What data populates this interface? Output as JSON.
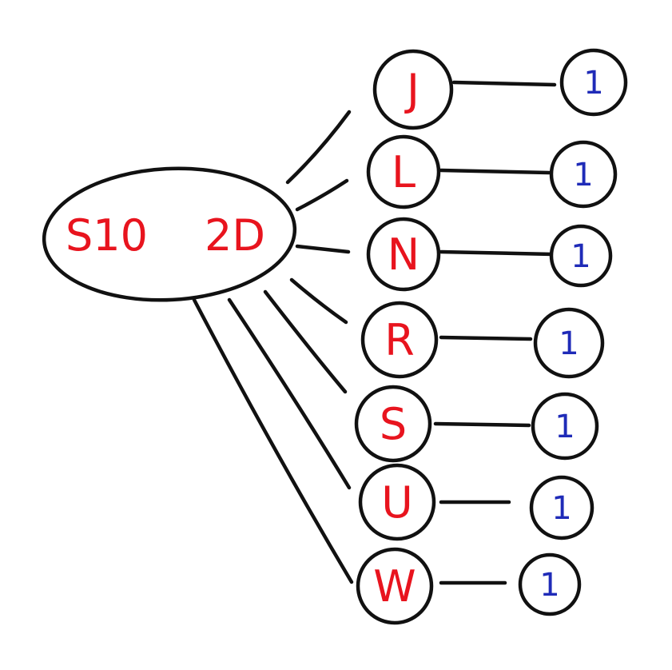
{
  "diagram": {
    "root": {
      "label_left": "S10",
      "label_right": "2D"
    },
    "children": [
      {
        "letter": "J",
        "value": "1"
      },
      {
        "letter": "L",
        "value": "1"
      },
      {
        "letter": "N",
        "value": "1"
      },
      {
        "letter": "R",
        "value": "1"
      },
      {
        "letter": "S",
        "value": "1"
      },
      {
        "letter": "U",
        "value": "1"
      },
      {
        "letter": "W",
        "value": "1"
      }
    ],
    "colors": {
      "ink": "#111111",
      "letters": "#e8141e",
      "values": "#1f2bb8"
    }
  }
}
